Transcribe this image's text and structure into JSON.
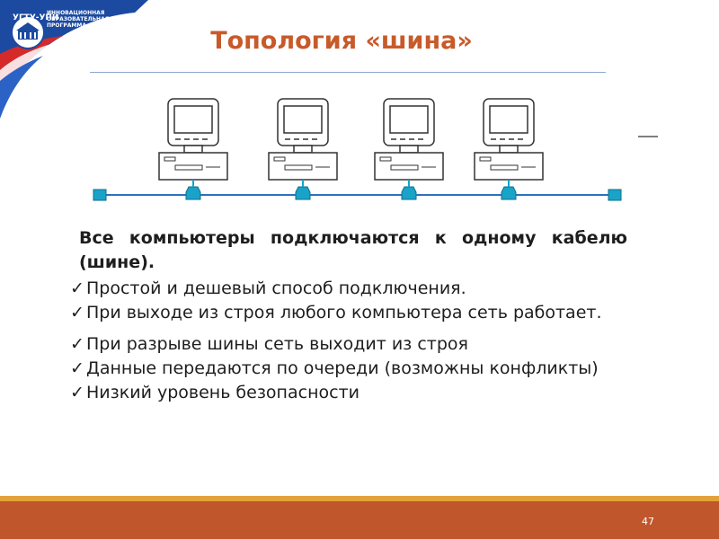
{
  "logo": {
    "emblem_text": "УГТУ-УПИ",
    "caption_lines": [
      "ИННОВАЦИОННАЯ",
      "ОБРАЗОВАТЕЛЬНАЯ",
      "ПРОГРАММА"
    ]
  },
  "slide": {
    "title": "Топология «шина»",
    "intro": "Все компьютеры подключаются к одному кабелю (шине).",
    "bullets": [
      "Простой и дешевый способ подключения.",
      "При выходе из строя любого компьютера сеть работает.",
      "При разрыве шины сеть выходит из строя",
      "Данные передаются по очереди (возможны конфликты)",
      "Низкий уровень безопасности"
    ],
    "check_glyph": "✓",
    "page_number": "47"
  },
  "diagram": {
    "computer_count": 4,
    "bus_color": "#2e6fbf",
    "connector_color": "#1aa3c8"
  },
  "colors": {
    "title": "#c85a2a",
    "footer": "#c0562b",
    "footer_stripe": "#e2a23a",
    "rule": "#8aa6cc",
    "logo_blue": "#1b4aa0",
    "logo_red": "#d42a2a"
  }
}
